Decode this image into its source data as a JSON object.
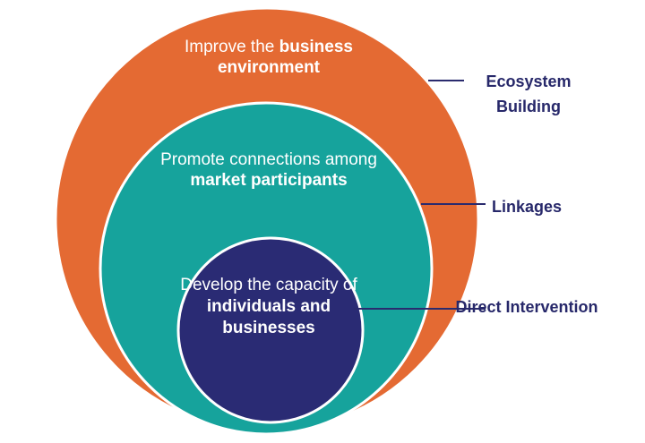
{
  "colors": {
    "outer": "#e46a33",
    "middle": "#16a39c",
    "inner": "#2a2b74",
    "stroke": "#ffffff",
    "connector": "#2a2b6e",
    "label": "#27286a"
  },
  "circles": {
    "outer": {
      "text_plain": "Improve the ",
      "text_bold": "business environment"
    },
    "middle": {
      "text_plain": "Promote connections among ",
      "text_bold": "market participants"
    },
    "inner": {
      "text_plain": "Develop the capacity of ",
      "text_bold": "individuals and businesses"
    }
  },
  "labels": {
    "ecosystem": "Ecosystem Building",
    "linkages": "Linkages",
    "direct": "Direct Intervention"
  }
}
